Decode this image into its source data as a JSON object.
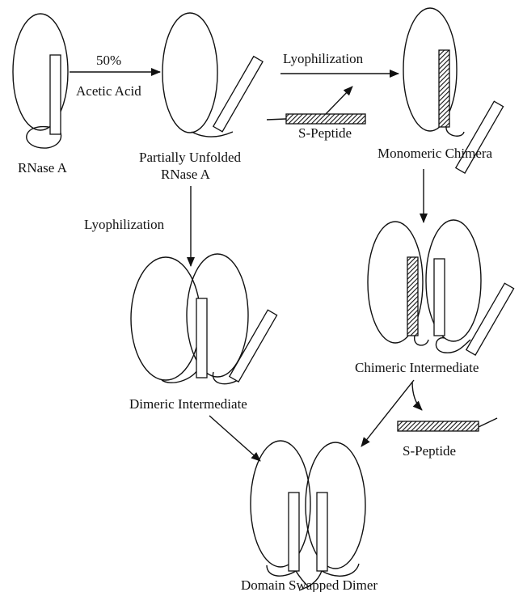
{
  "labels": {
    "rnase_a": "RNase A",
    "fifty_percent": "50%",
    "acetic_acid": "Acetic Acid",
    "partially_unfolded_line1": "Partially Unfolded",
    "partially_unfolded_line2": "RNase A",
    "lyophilization_top": "Lyophilization",
    "s_peptide_top": "S-Peptide",
    "monomeric_chimera": "Monomeric Chimera",
    "lyophilization_left": "Lyophilization",
    "chimeric_intermediate": "Chimeric Intermediate",
    "dimeric_intermediate": "Dimeric Intermediate",
    "s_peptide_bottom": "S-Peptide",
    "domain_swapped_dimer": "Domain Swapped Dimer"
  }
}
